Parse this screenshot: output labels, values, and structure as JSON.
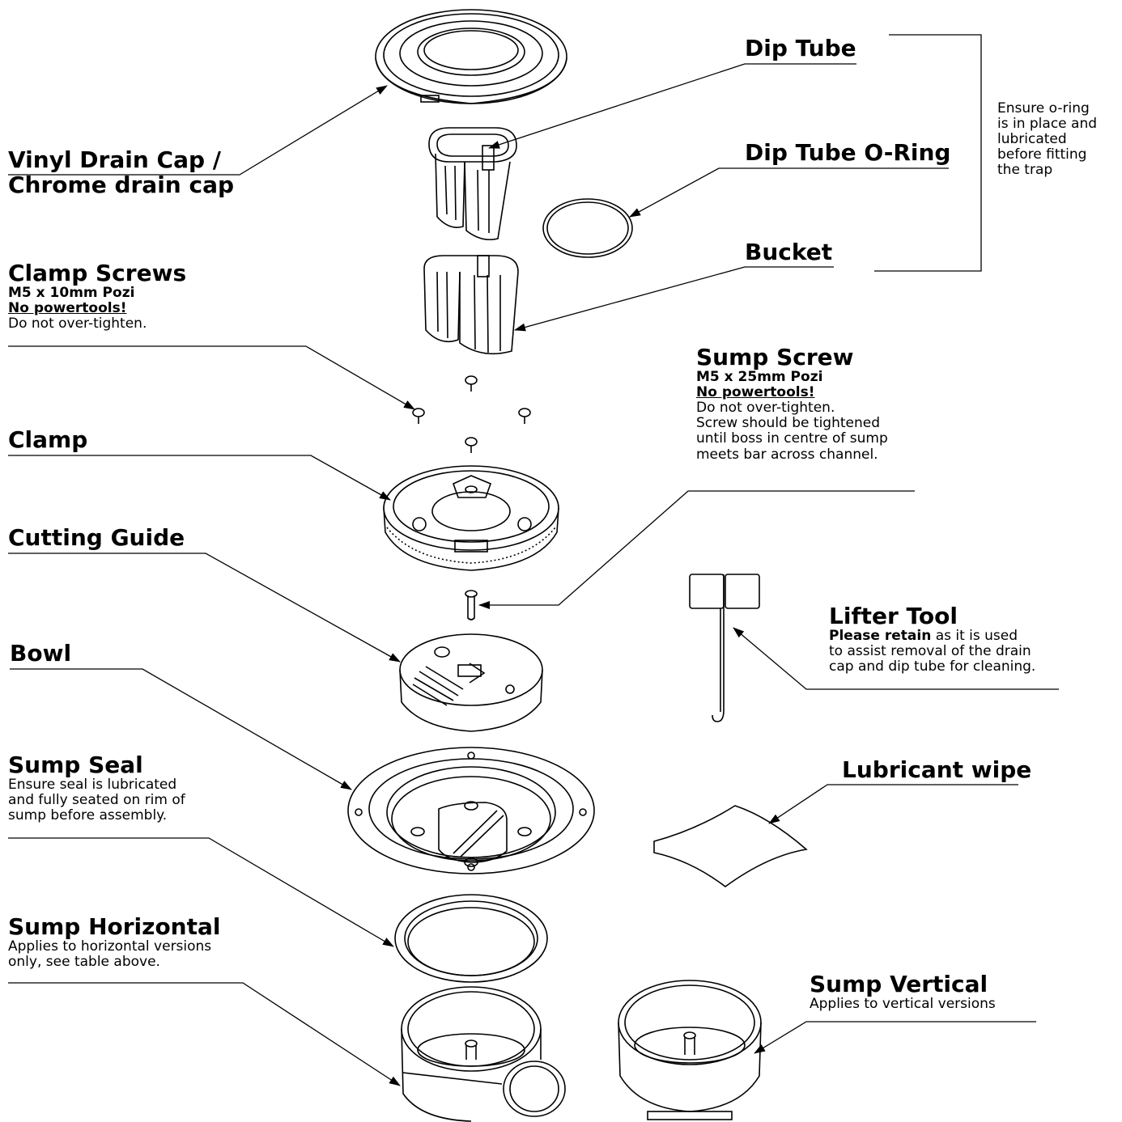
{
  "labels": {
    "vinyl_cap": {
      "line1": "Vinyl Drain Cap /",
      "line2": "Chrome drain cap"
    },
    "dip_tube": {
      "title": "Dip Tube"
    },
    "dip_tube_oring": {
      "title": "Dip Tube O-Ring"
    },
    "bucket": {
      "title": "Bucket"
    },
    "oring_note": {
      "line1": "Ensure o-ring",
      "line2": "is in place and",
      "line3": "lubricated",
      "line4": "before fitting",
      "line5": "the trap"
    },
    "clamp_screws": {
      "title": "Clamp Screws",
      "spec": "M5 x 10mm Pozi",
      "warning": "No powertools!",
      "note": "Do not over-tighten."
    },
    "sump_screw": {
      "title": "Sump Screw",
      "spec": "M5 x 25mm Pozi",
      "warning": "No powertools!",
      "note1": "Do not over-tighten.",
      "note2": "Screw should be tightened",
      "note3": "until boss in centre of sump",
      "note4": "meets bar across channel."
    },
    "clamp": {
      "title": "Clamp"
    },
    "cutting_guide": {
      "title": "Cutting Guide"
    },
    "lifter_tool": {
      "title": "Lifter Tool",
      "bold": "Please retain",
      "rest": " as it is used",
      "line2": "to assist removal of the drain",
      "line3": "cap and dip tube for cleaning."
    },
    "bowl": {
      "title": "Bowl"
    },
    "lubricant_wipe": {
      "title": "Lubricant wipe"
    },
    "sump_seal": {
      "title": "Sump Seal",
      "line1": "Ensure seal is lubricated",
      "line2": "and fully seated on rim of",
      "line3": "sump before assembly."
    },
    "sump_horizontal": {
      "title": "Sump Horizontal",
      "line1": "Applies to horizontal versions",
      "line2": "only, see table above."
    },
    "sump_vertical": {
      "title": "Sump Vertical",
      "line1": "Applies to vertical versions"
    }
  }
}
